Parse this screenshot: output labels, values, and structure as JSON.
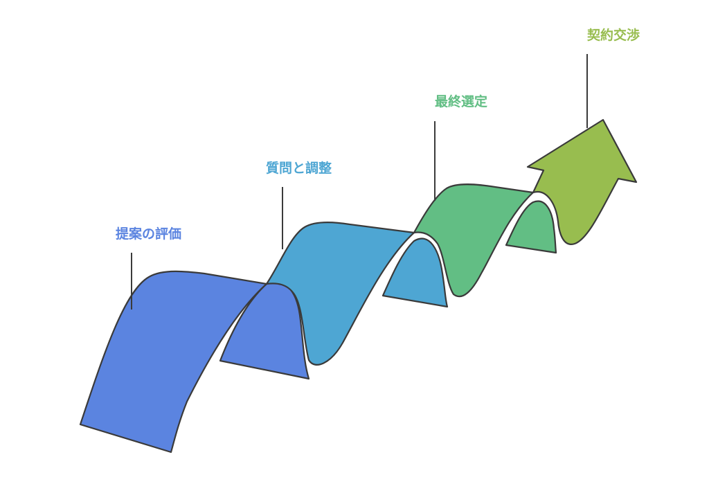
{
  "stages": [
    {
      "label": "提案の評価",
      "color": "#5b84e0"
    },
    {
      "label": "質問と調整",
      "color": "#4ea6d3"
    },
    {
      "label": "最終選定",
      "color": "#62be84"
    },
    {
      "label": "契約交渉",
      "color": "#98bd4f"
    }
  ]
}
